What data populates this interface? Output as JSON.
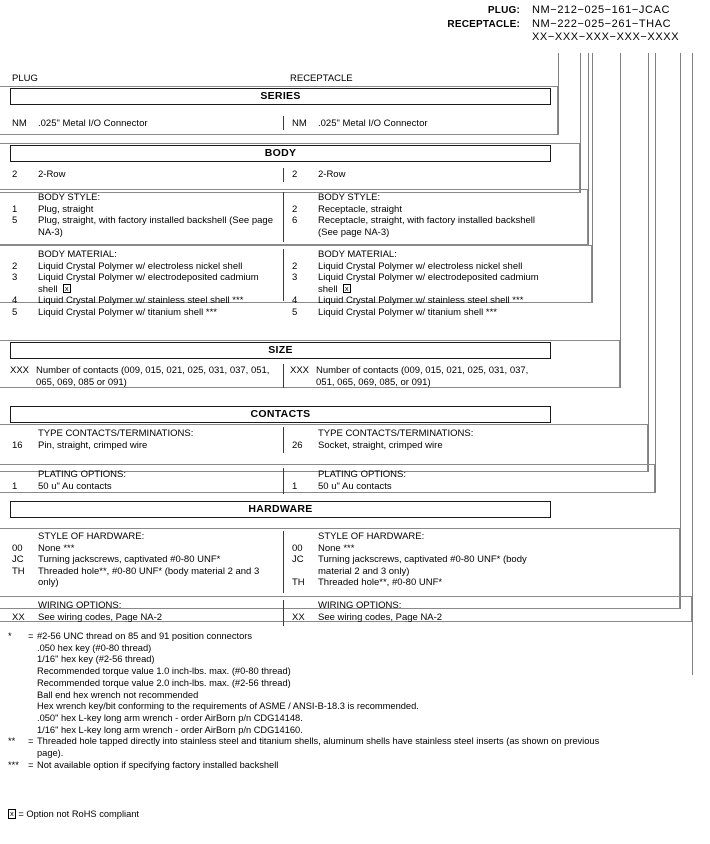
{
  "part_numbers": [
    {
      "label": "PLUG:",
      "value": "NM−212−025−161−JCAC"
    },
    {
      "label": "RECEPTACLE:",
      "value": "NM−222−025−261−THAC"
    },
    {
      "label": "",
      "value": "XX−XXX−XXX−XXX−XXXX"
    }
  ],
  "columns": {
    "plug": "PLUG",
    "receptacle": "RECEPTACLE"
  },
  "sections": [
    {
      "title": "SERIES",
      "groups": [
        {
          "header": "",
          "plug": [
            {
              "code": "NM",
              "desc": ".025\" Metal I/O Connector"
            }
          ],
          "receptacle": [
            {
              "code": "NM",
              "desc": ".025\" Metal I/O Connector"
            }
          ]
        }
      ]
    },
    {
      "title": "BODY",
      "groups": [
        {
          "header": "",
          "plug": [
            {
              "code": "2",
              "desc": "2-Row"
            }
          ],
          "receptacle": [
            {
              "code": "2",
              "desc": "2-Row"
            }
          ]
        },
        {
          "header": "BODY STYLE:",
          "plug": [
            {
              "code": "1",
              "desc": "Plug, straight"
            },
            {
              "code": "5",
              "desc": "Plug, straight, with factory installed backshell (See page NA-3)"
            }
          ],
          "receptacle": [
            {
              "code": "2",
              "desc": "Receptacle, straight"
            },
            {
              "code": "6",
              "desc": "Receptacle, straight, with factory installed backshell (See page NA-3)"
            }
          ]
        },
        {
          "header": "BODY MATERIAL:",
          "plug": [
            {
              "code": "2",
              "desc": "Liquid Crystal Polymer w/ electroless nickel shell"
            },
            {
              "code": "3",
              "desc": "Liquid Crystal Polymer w/ electrodeposited cadmium shell",
              "box": true
            },
            {
              "code": "4",
              "desc": "Liquid Crystal Polymer w/ stainless steel shell ***"
            },
            {
              "code": "5",
              "desc": "Liquid Crystal Polymer w/ titanium shell ***"
            }
          ],
          "receptacle": [
            {
              "code": "2",
              "desc": "Liquid Crystal Polymer w/ electroless nickel shell"
            },
            {
              "code": "3",
              "desc": "Liquid Crystal Polymer w/ electrodeposited cadmium shell",
              "box": true
            },
            {
              "code": "4",
              "desc": "Liquid Crystal Polymer w/ stainless steel shell ***"
            },
            {
              "code": "5",
              "desc": "Liquid Crystal Polymer w/ titanium shell ***"
            }
          ]
        }
      ]
    },
    {
      "title": "SIZE",
      "groups": [
        {
          "header": "",
          "plug": [
            {
              "code": "XXX",
              "desc": "Number of contacts (009, 015, 021, 025, 031, 037, 051, 065, 069, 085 or 091)"
            }
          ],
          "receptacle": [
            {
              "code": "XXX",
              "desc": "Number of contacts (009, 015, 021, 025, 031, 037, 051, 065, 069, 085, or 091)"
            }
          ]
        }
      ]
    },
    {
      "title": "CONTACTS",
      "groups": [
        {
          "header": "TYPE CONTACTS/TERMINATIONS:",
          "plug": [
            {
              "code": "16",
              "desc": "Pin, straight, crimped wire"
            }
          ],
          "receptacle": [
            {
              "code": "26",
              "desc": "Socket, straight, crimped wire"
            }
          ]
        },
        {
          "header": "PLATING OPTIONS:",
          "plug": [
            {
              "code": "1",
              "desc": "50 u\" Au contacts"
            }
          ],
          "receptacle": [
            {
              "code": "1",
              "desc": "50 u\" Au contacts"
            }
          ]
        }
      ]
    },
    {
      "title": "HARDWARE",
      "groups": [
        {
          "header": "STYLE OF HARDWARE:",
          "plug": [
            {
              "code": "00",
              "desc": "None ***"
            },
            {
              "code": "JC",
              "desc": "Turning jackscrews, captivated #0-80 UNF*"
            },
            {
              "code": "TH",
              "desc": "Threaded hole**, #0-80 UNF* (body material 2 and 3 only)"
            }
          ],
          "receptacle": [
            {
              "code": "00",
              "desc": "None ***"
            },
            {
              "code": "JC",
              "desc": "Turning jackscrews, captivated #0-80 UNF* (body material 2 and 3 only)"
            },
            {
              "code": "TH",
              "desc": "Threaded hole**, #0-80 UNF*"
            }
          ]
        },
        {
          "header": "WIRING OPTIONS:",
          "plug": [
            {
              "code": "XX",
              "desc": "See wiring codes, Page NA-2"
            }
          ],
          "receptacle": [
            {
              "code": "XX",
              "desc": "See wiring codes, Page NA-2"
            }
          ]
        }
      ]
    }
  ],
  "footnotes": [
    {
      "marker": "*",
      "text": "#2-56 UNC thread on 85 and 91 position connectors",
      "sublines": [
        ".050 hex key (#0-80 thread)",
        "1/16\" hex key (#2-56 thread)",
        "Recommended torque value 1.0 inch-lbs. max. (#0-80 thread)",
        "Recommended torque value 2.0 inch-lbs. max. (#2-56 thread)",
        "Ball end hex wrench not recommended",
        "Hex wrench key/bit conforming to the requirements of ASME / ANSI-B-18.3 is recommended.",
        ".050\" hex L-key long arm wrench - order AirBorn p/n CDG14148.",
        "1/16\" hex L-key long arm wrench - order AirBorn p/n CDG14160."
      ]
    },
    {
      "marker": "**",
      "text": "Threaded hole tapped directly into stainless steel and titanium shells, aluminum shells have stainless steel inserts (as shown on previous page).",
      "sublines": []
    },
    {
      "marker": "***",
      "text": "Not available option if specifying factory installed backshell",
      "sublines": []
    }
  ],
  "rohs_note": "= Option not RoHS compliant",
  "rohs_symbol": "x"
}
